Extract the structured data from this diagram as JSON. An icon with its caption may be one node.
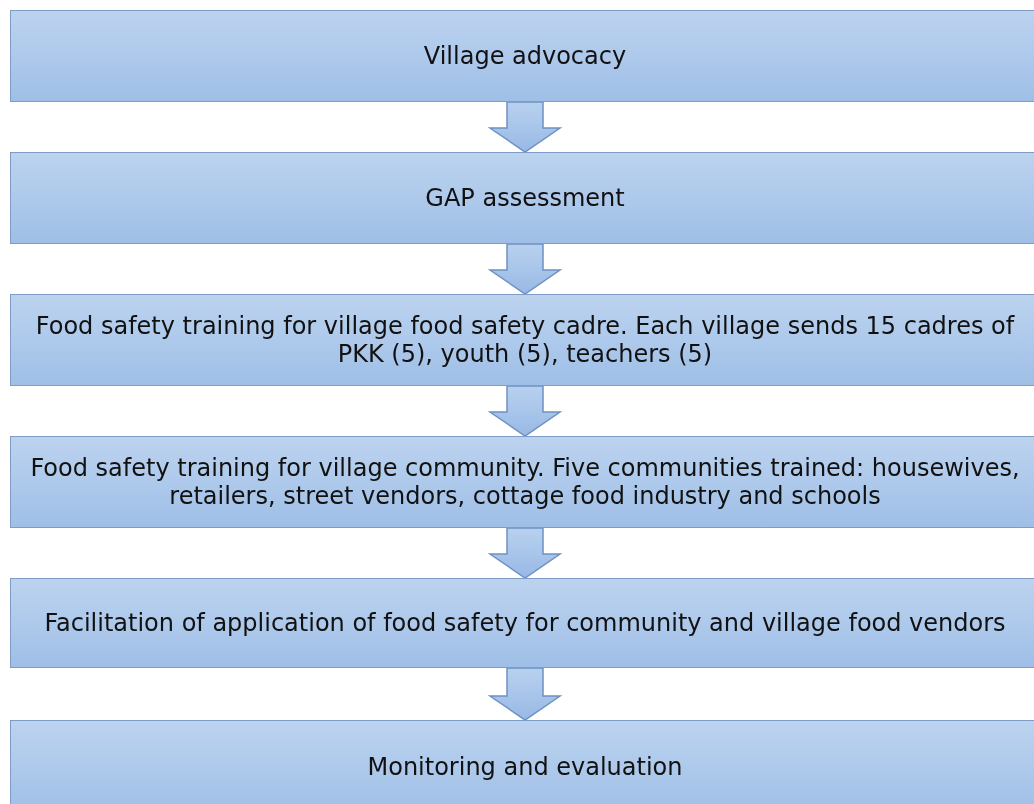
{
  "diagram": {
    "nodes": [
      {
        "text": [
          "Village advocacy"
        ]
      },
      {
        "text": [
          "GAP assessment"
        ]
      },
      {
        "text": [
          "Food safety training for village food safety cadre. Each village sends 15 cadres of PKK (5), youth (5), teachers (5)"
        ]
      },
      {
        "text": [
          "Food safety training for village community. Five communities trained: housewives, retailers, street vendors, cottage food industry and schools"
        ]
      },
      {
        "text": [
          "Facilitation of application of food safety for community and village food vendors"
        ]
      },
      {
        "text": [
          "Monitoring and evaluation"
        ]
      }
    ],
    "edges": [
      {
        "from": 0,
        "to": 1,
        "arrow": "to"
      },
      {
        "from": 1,
        "to": 2,
        "arrow": "to"
      },
      {
        "from": 2,
        "to": 3,
        "arrow": "to"
      },
      {
        "from": 3,
        "to": 4,
        "arrow": "to"
      },
      {
        "from": 4,
        "to": 5,
        "arrow": "to"
      }
    ]
  }
}
